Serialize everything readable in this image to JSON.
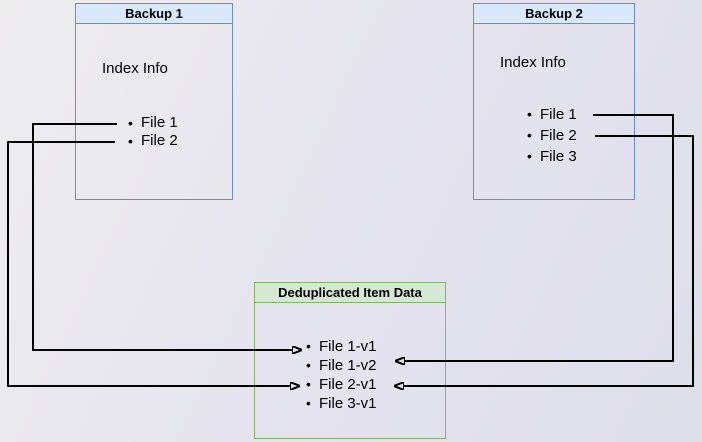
{
  "colors": {
    "canvas_bg": "#e4e3ee",
    "line_color": "#000000",
    "blue_border": "#6c8ebf",
    "blue_fill": "#dae8fc",
    "green_border": "#82b366",
    "green_fill": "#d5e8d4"
  },
  "backup1": {
    "title": "Backup 1",
    "subtitle": "Index Info",
    "items": [
      "File 1",
      "File 2"
    ]
  },
  "backup2": {
    "title": "Backup 2",
    "subtitle": "Index Info",
    "items": [
      "File 1",
      "File 2",
      "File 3"
    ]
  },
  "dedup": {
    "title": "Deduplicated Item Data",
    "items": [
      "File 1-v1",
      "File 1-v2",
      "File 2-v1",
      "File 3-v1"
    ]
  },
  "connections": [
    {
      "from": "Backup 1 / File 1",
      "to": "File 1-v1",
      "side": "left"
    },
    {
      "from": "Backup 1 / File 2",
      "to": "File 2-v1",
      "side": "left"
    },
    {
      "from": "Backup 2 / File 1",
      "to": "File 1-v2",
      "side": "right"
    },
    {
      "from": "Backup 2 / File 2",
      "to": "File 2-v1",
      "side": "right"
    }
  ]
}
